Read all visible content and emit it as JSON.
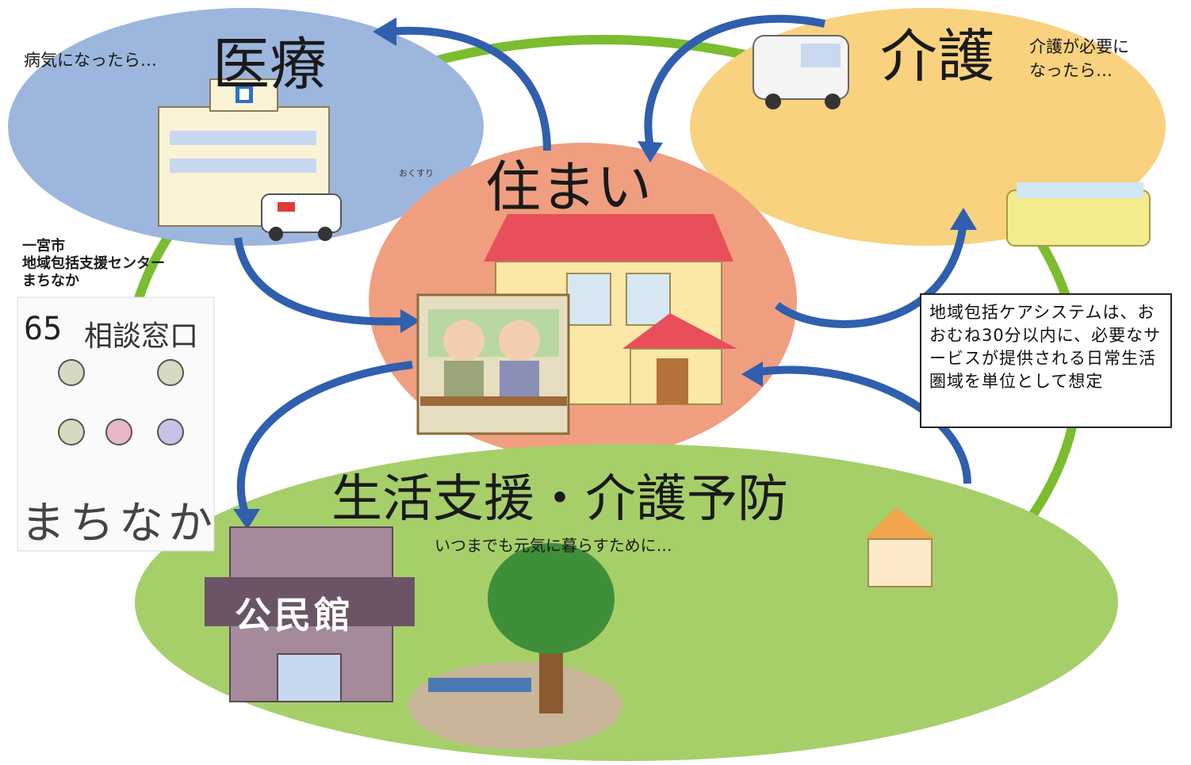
{
  "medical": {
    "title": "医療",
    "subtitle": "病気になったら…",
    "medicine_bag": "おくすり"
  },
  "care": {
    "title": "介護",
    "subtitle": "介護が必要に\nなったら…"
  },
  "housing": {
    "title": "住まい"
  },
  "life_support": {
    "title": "生活支援・介護予防",
    "subtitle": "いつまでも元気に暮らすために…",
    "community_hall": "公民館"
  },
  "center": {
    "name_lines": [
      "一宮市",
      "地域包括支援センター",
      "まちなか"
    ],
    "poster_count": "65",
    "poster_heading": "相談窓口",
    "poster_kana": "まちなか"
  },
  "note": "地域包括ケアシステムは、おおむね30分以内に、必要なサービスが提供される日常生活圏域を単位として想定",
  "colors": {
    "medical_bg": "#9db6de",
    "care_bg": "#f8d27e",
    "housing_bg": "#ef9f80",
    "life_bg": "#a6cf6a",
    "ring": "#7bbd2e",
    "arrow": "#2f5fae",
    "roof": "#e84f5b",
    "wall": "#fbe7a6"
  }
}
